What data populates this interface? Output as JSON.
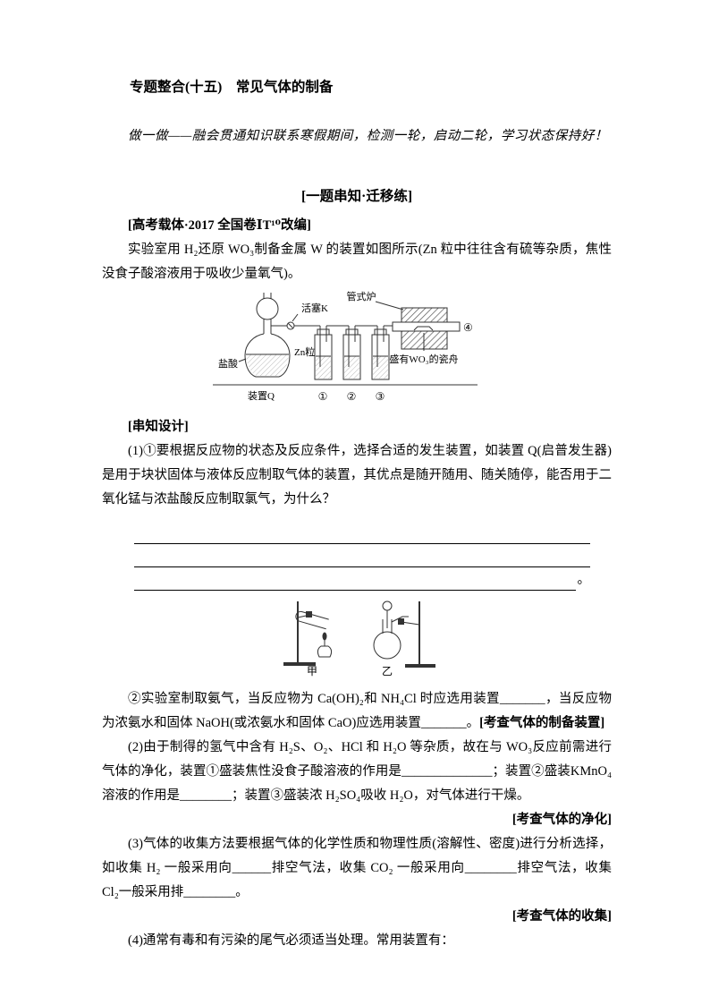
{
  "doc": {
    "title": "专题整合(十五)　常见气体的制备",
    "motto": "做一做——融会贯通知识联系寒假期间，检测一轮，启动二轮，学习状态保持好！",
    "section_header": "[一题串知·迁移练]",
    "source_tag": "[高考载体·2017 全国卷ⅠT¹⁰改编]",
    "intro": "实验室用 H₂还原 WO₃制备金属 W 的装置如图所示(Zn 粒中往往含有硫等杂质，焦性没食子酸溶液用于吸收少量氧气)。",
    "design_header": "[串知设计]",
    "q1": "(1)①要根据反应物的状态及反应条件，选择合适的发生装置，如装置 Q(启普发生器)是用于块状固体与液体反应制取气体的装置，其优点是随开随用、随关随停，能否用于二氧化锰与浓盐酸反应制取氯气，为什么？",
    "q1_answer_end": "。",
    "q2": "②实验室制取氨气，当反应物为 Ca(OH)₂和 NH₄Cl 时应选用装置_______，当反应物为浓氨水和固体 NaOH(或浓氨水和固体 CaO)应选用装置_______。",
    "q2_tag": "[考查气体的制备装置]",
    "q3": "(2)由于制得的氢气中含有 H₂S、O₂、HCl 和 H₂O 等杂质，故在与 WO₃反应前需进行气体的净化，装置①盛装焦性没食子酸溶液的作用是______________；装置②盛装KMnO₄溶液的作用是________；装置③盛装浓 H₂SO₄吸收 H₂O，对气体进行干燥。",
    "q3_tag": "[考查气体的净化]",
    "q4": "(3)气体的收集方法要根据气体的化学性质和物理性质(溶解性、密度)进行分析选择，如收集 H₂ 一般采用向______排空气法，收集 CO₂ 一般采用向________排空气法，收集 Cl₂一般采用排________。",
    "q4_tag": "[考查气体的收集]",
    "q5": "(4)通常有毒和有污染的尾气必须适当处理。常用装置有："
  },
  "apparatus": {
    "stopcock_label": "活塞K",
    "furnace_label": "管式炉",
    "acid_label": "盐酸",
    "zinc_label": "Zn粒",
    "generator_label": "装置Q",
    "bottle1_label": "①",
    "bottle2_label": "②",
    "bottle3_label": "③",
    "outlet_label": "④",
    "boat_label": "盛有WO₃的瓷舟"
  },
  "setup": {
    "left_label": "甲",
    "right_label": "乙"
  }
}
